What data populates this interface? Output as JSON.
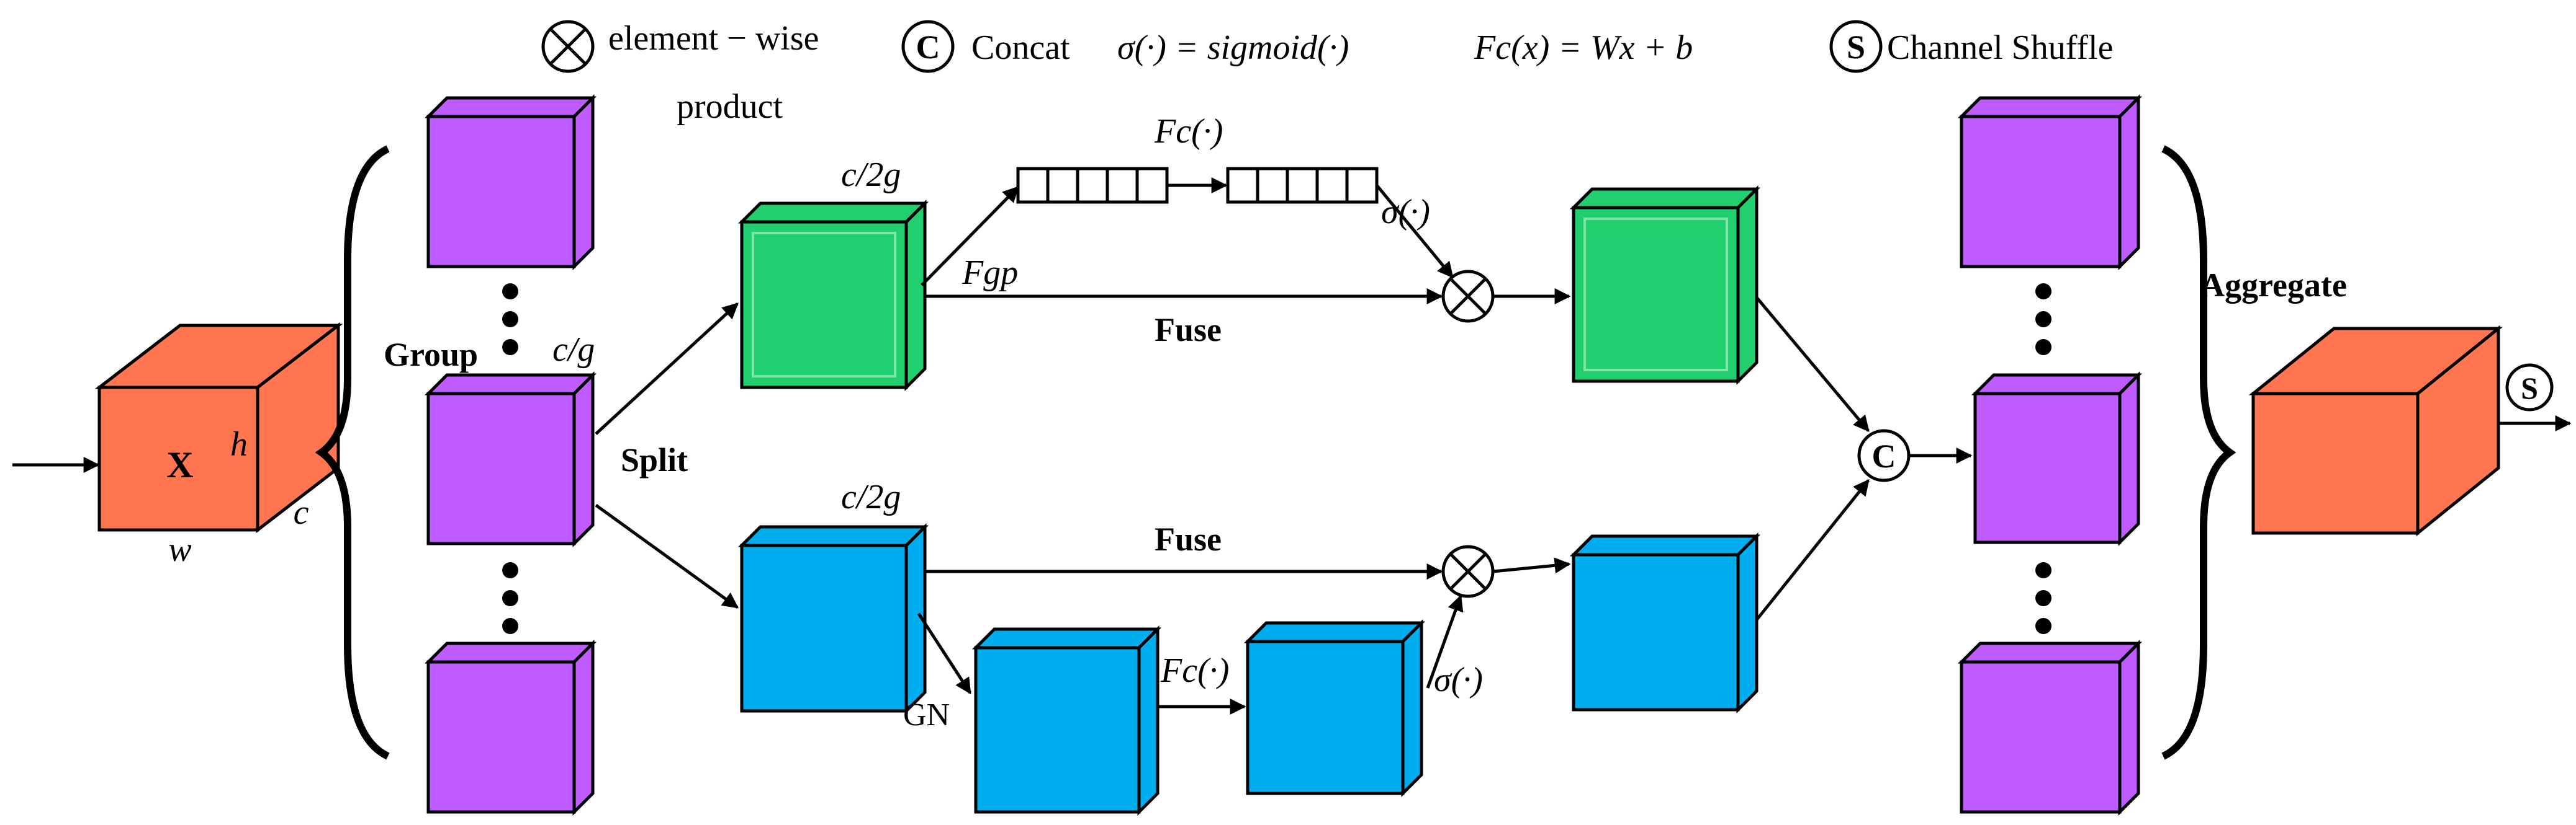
{
  "legend": {
    "product_symbol": "⊗",
    "product_line1": "element − wise",
    "product_line2": "product",
    "concat_symbol": "C",
    "concat_label": "Concat",
    "sigmoid_formula": "σ(·) = sigmoid(·)",
    "fc_formula": "Fc(x) = Wx + b",
    "shuffle_symbol": "S",
    "shuffle_label": "Channel Shuffle"
  },
  "input": {
    "label": "X",
    "h": "h",
    "w": "w",
    "c": "c"
  },
  "labels": {
    "group": "Group",
    "c_over_g": "c/g",
    "split": "Split",
    "c_over_2g_top": "c/2g",
    "c_over_2g_bottom": "c/2g",
    "fc_top": "Fc(·)",
    "fc_bottom": "Fc(·)",
    "fgp": "Fgp",
    "sigma_top": "σ(·)",
    "sigma_bottom": "σ(·)",
    "fuse_top": "Fuse",
    "fuse_bottom": "Fuse",
    "gn": "GN",
    "aggregate": "Aggregate",
    "concat_node": "C",
    "shuffle_node": "S"
  },
  "colors": {
    "input_cube": "#FF7650",
    "group_cube": "#BE5CFF",
    "channel_branch": "#22CF6E",
    "spatial_branch": "#00AEEF",
    "output_cube": "#FF7650",
    "stroke": "#000000"
  }
}
